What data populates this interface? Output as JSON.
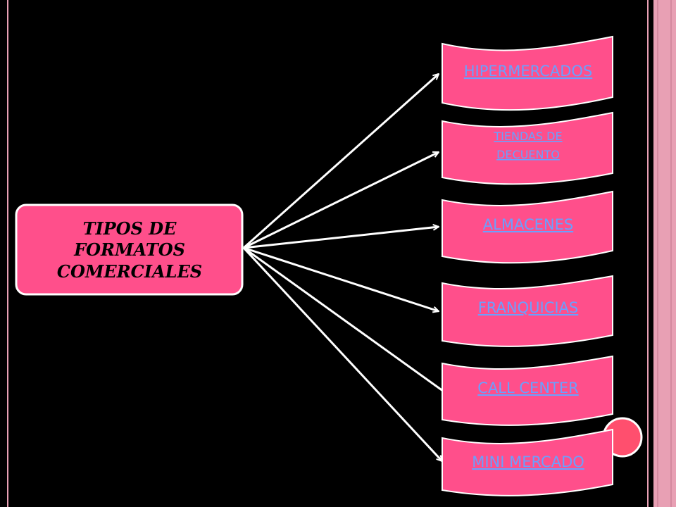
{
  "colors": {
    "background": "#000000",
    "frame_pink": "#e8a0b4",
    "box_pink": "#ff4f8b",
    "link_blue": "#6aa0ff",
    "circle_pink": "#ff4f6e"
  },
  "diagram": {
    "main_box": {
      "lines": [
        "TIPOS DE",
        "FORMATOS",
        "COMERCIALES"
      ]
    },
    "banners": [
      {
        "lines": [
          "HIPERMERCADOS"
        ]
      },
      {
        "lines": [
          "TIENDAS DE",
          "DECUENTO"
        ]
      },
      {
        "lines": [
          "ALMACENES"
        ]
      },
      {
        "lines": [
          "FRANQUICIAS"
        ]
      },
      {
        "lines": [
          "CALL CENTER"
        ]
      },
      {
        "lines": [
          "MINI MERCADO"
        ]
      }
    ]
  }
}
